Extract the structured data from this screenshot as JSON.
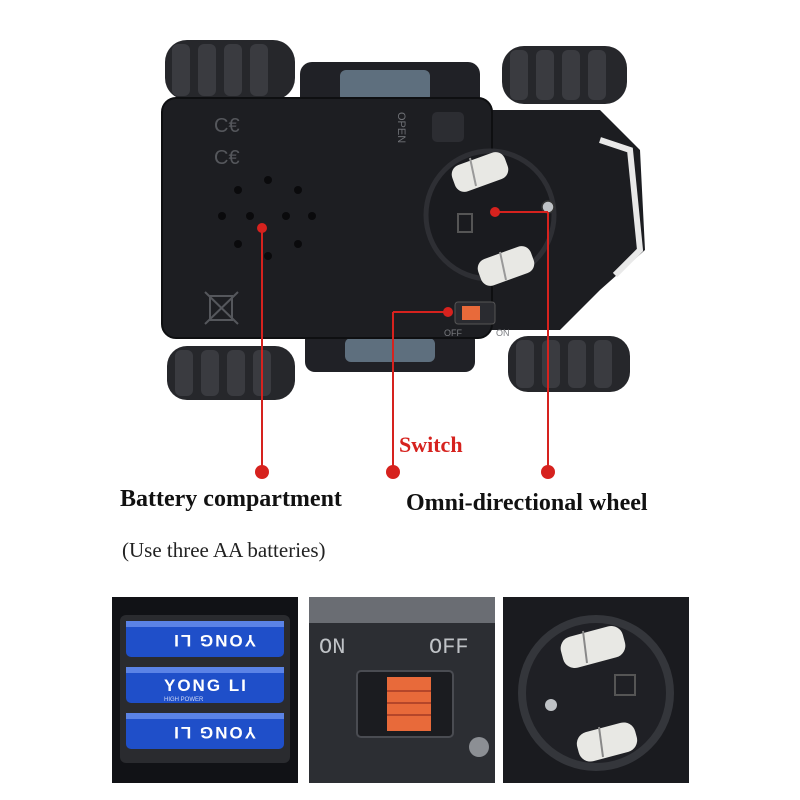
{
  "colors": {
    "accent_red": "#d6221e",
    "body_black": "#1c1d21",
    "battery_blue": "#1f4fc9",
    "switch_orange": "#e86a3a"
  },
  "callouts": {
    "switch": "Switch",
    "battery": "Battery compartment",
    "battery_note": "(Use three AA batteries)",
    "wheel": "Omni-directional wheel"
  },
  "car_markings": {
    "open": "OPEN",
    "off": "OFF",
    "on": "ON"
  },
  "battery_photo": {
    "brand": "YONG LI",
    "subtitle": "HIGH POWER",
    "count": 3
  },
  "switch_photo": {
    "on": "ON",
    "off": "OFF"
  },
  "icons": [
    "ce-mark-icon",
    "ce-mark-icon",
    "crossed-bin-icon",
    "screw-icon"
  ]
}
